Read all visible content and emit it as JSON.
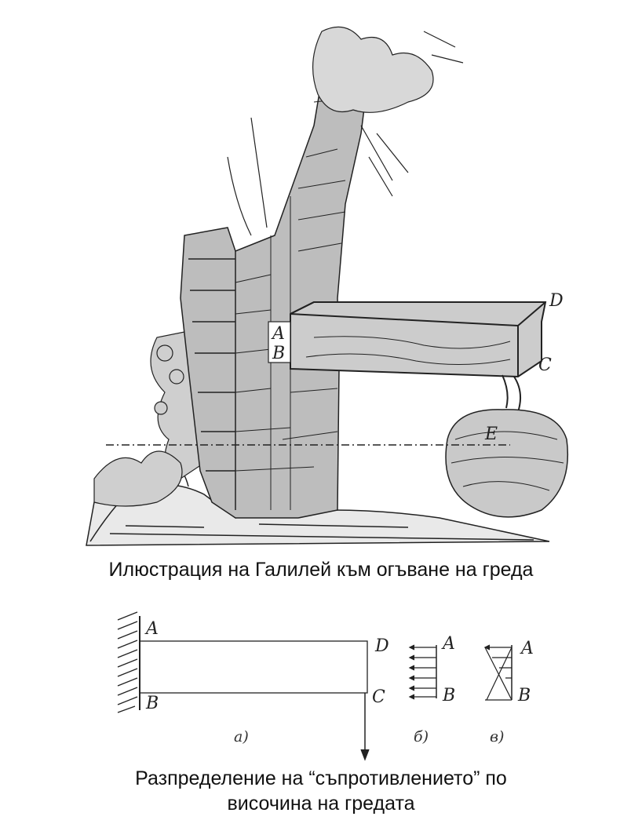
{
  "caption_top": "Илюстрация на Галилей към огъване на греда",
  "caption_bottom_line1": "Разпределение на “съпротивлението” по",
  "caption_bottom_line2": "височина на гредата",
  "illustration_labels": {
    "a": "A",
    "b": "B",
    "c": "C",
    "d": "D",
    "e": "E"
  },
  "diagram_labels": {
    "a": {
      "point_a": "A",
      "point_b": "B",
      "point_c": "C",
      "point_d": "D",
      "sub": "а)"
    },
    "b": {
      "point_a": "A",
      "point_b": "B",
      "sub": "б)"
    },
    "v": {
      "point_a": "A",
      "point_b": "B",
      "sub": "в)"
    }
  }
}
